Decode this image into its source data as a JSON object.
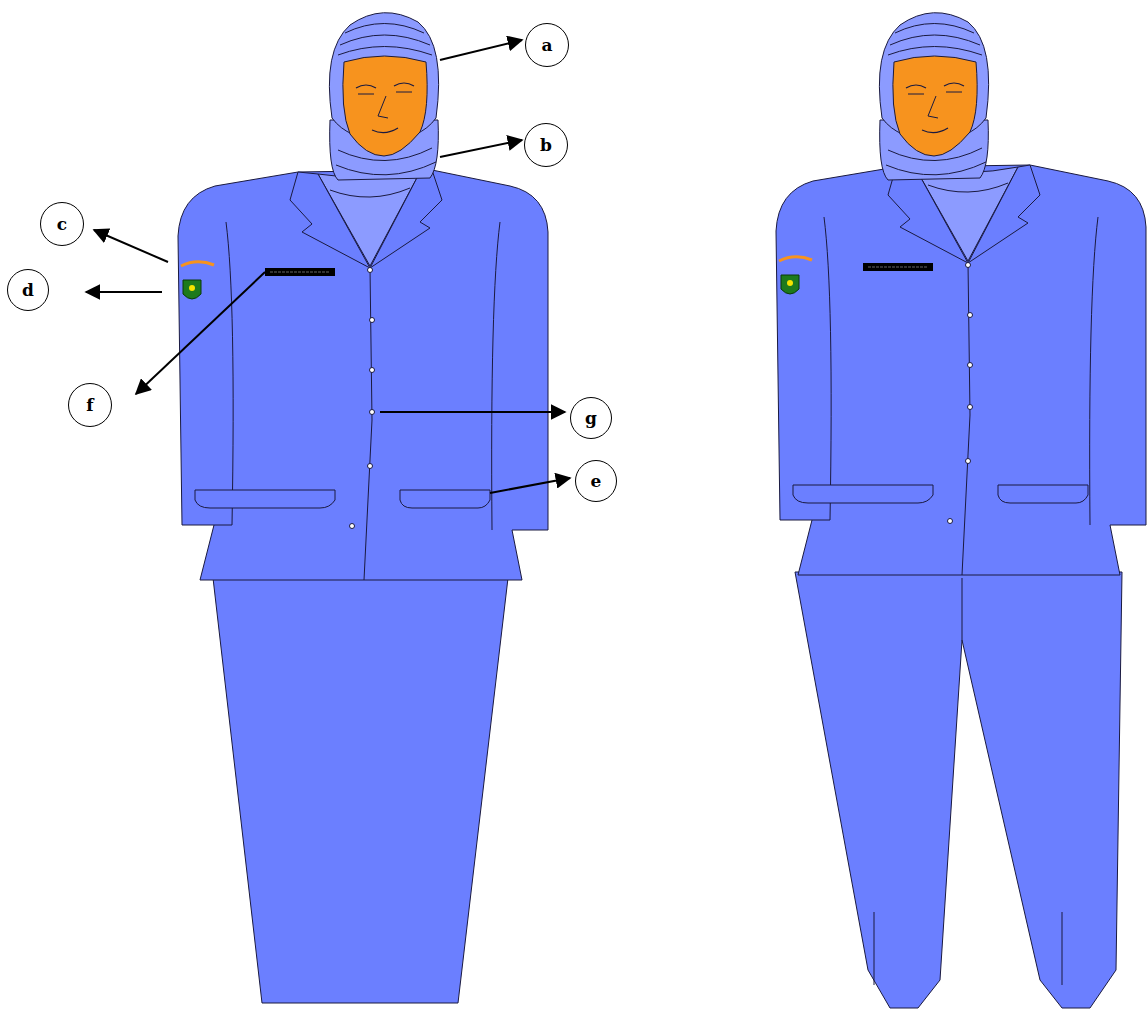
{
  "diagram": {
    "nodes": [
      {
        "text": [
          "a"
        ]
      },
      {
        "text": [
          "b"
        ]
      },
      {
        "text": [
          "c"
        ]
      },
      {
        "text": [
          "d"
        ]
      },
      {
        "text": [
          "f"
        ]
      },
      {
        "text": [
          "g"
        ]
      },
      {
        "text": [
          "e"
        ]
      }
    ]
  }
}
